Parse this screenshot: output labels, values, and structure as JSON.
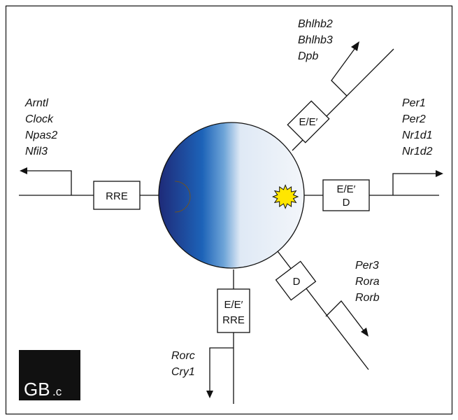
{
  "colors": {
    "night": "#1e2a78",
    "mid_blue": "#1d63b8",
    "day": "#eef2f8",
    "sun": "#ffe600",
    "moon": "#f2b13a",
    "logo_bg": "#111111"
  },
  "branches": {
    "left": {
      "box": "RRE",
      "genes": [
        "Arntl",
        "Clock",
        "Npas2",
        "Nfil3"
      ]
    },
    "upper_right": {
      "box": "E/E′",
      "genes": [
        "Bhlhb2",
        "Bhlhb3",
        "Dpb"
      ]
    },
    "right": {
      "box_line1": "E/E′",
      "box_line2": "D",
      "genes": [
        "Per1",
        "Per2",
        "Nr1d1",
        "Nr1d2"
      ]
    },
    "lower_right": {
      "box": "D",
      "genes": [
        "Per3",
        "Rora",
        "Rorb"
      ]
    },
    "bottom": {
      "box_line1": "E/E′",
      "box_line2": "RRE",
      "genes": [
        "Rorc",
        "Cry1"
      ]
    }
  },
  "icons": {
    "moon": "crescent-moon-icon",
    "sun": "sun-icon"
  },
  "logo": {
    "big": "GB",
    "small": ".c"
  }
}
